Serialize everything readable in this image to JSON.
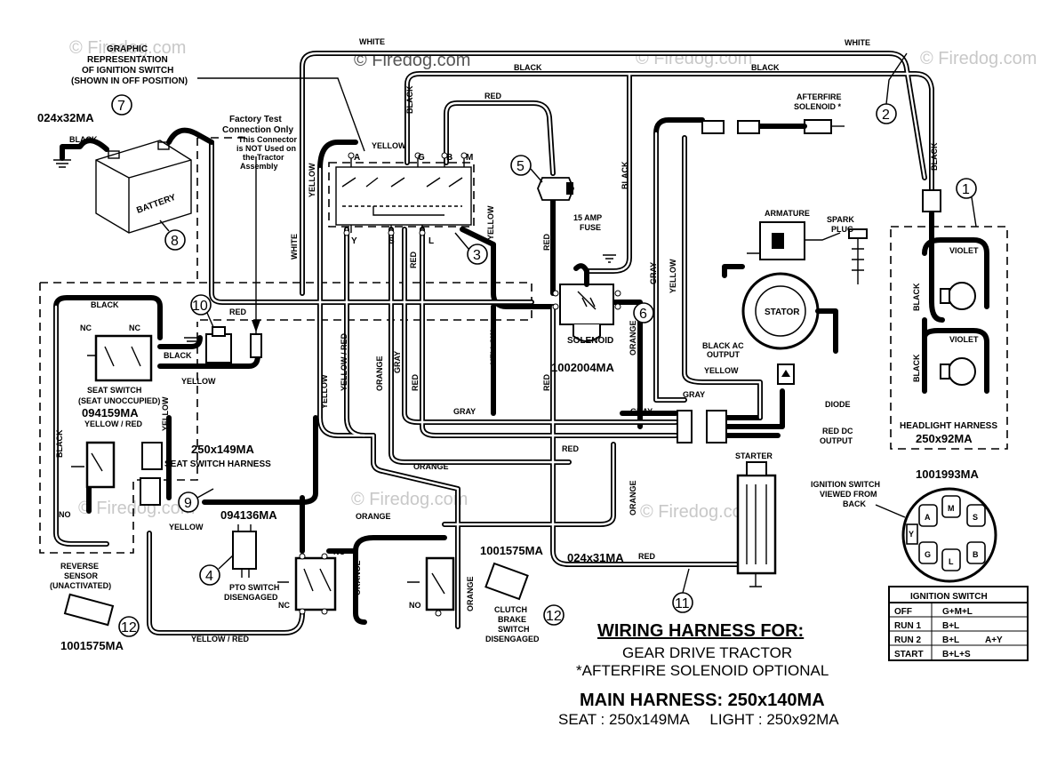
{
  "watermarks": {
    "main": "© Firedog.com",
    "faint": "© Firedog.com"
  },
  "callouts": {
    "ignition_graphic": [
      "GRAPHIC",
      "REPRESENTATION",
      "OF IGNITION SWITCH",
      "(SHOWN IN OFF POSITION)"
    ],
    "factory_test": [
      "Factory Test",
      "Connection Only"
    ],
    "factory_note": [
      "This Connector",
      "is NOT Used on",
      "the Tractor",
      "Assembly"
    ],
    "fuse": [
      "15 AMP",
      "FUSE"
    ],
    "afterfire": [
      "AFTERFIRE",
      "SOLENOID *"
    ],
    "armature": "ARMATURE",
    "spark": [
      "SPARK",
      "PLUG"
    ],
    "stator": "STATOR",
    "black_ac": [
      "BLACK AC",
      "OUTPUT"
    ],
    "diode": "DIODE",
    "red_dc": [
      "RED DC",
      "OUTPUT"
    ],
    "starter": "STARTER",
    "solenoid": "SOLENOID",
    "battery": "BATTERY",
    "ign_view": [
      "IGNITION SWITCH",
      "VIEWED FROM",
      "BACK"
    ]
  },
  "parts": {
    "battery": "024x32MA",
    "solenoid": "1002004MA",
    "seat_switch_part": "094159MA",
    "seat_harness_part": "250x149MA",
    "pto_part": "094136MA",
    "clutch_part": "1001575MA",
    "reverse_part": "1001575MA",
    "starter_cable": "024x31MA",
    "headlight_part": "250x92MA",
    "ignition_part": "1001993MA"
  },
  "components": {
    "seat_switch": [
      "SEAT SWITCH",
      "(SEAT UNOCCUPIED)"
    ],
    "seat_harness": "SEAT SWITCH HARNESS",
    "pto": [
      "PTO SWITCH",
      "DISENGAGED"
    ],
    "clutch": [
      "CLUTCH",
      "BRAKE",
      "SWITCH",
      "DISENGAGED"
    ],
    "reverse": [
      "REVERSE",
      "SENSOR",
      "(UNACTIVATED)"
    ],
    "headlight": "HEADLIGHT HARNESS"
  },
  "contacts": {
    "nc": "NC",
    "no": "NO"
  },
  "terminals": [
    "A",
    "G",
    "B",
    "M",
    "Y",
    "S",
    "L"
  ],
  "ign_terminals": [
    "A",
    "M",
    "S",
    "G",
    "L",
    "B",
    "Y"
  ],
  "wires": {
    "white": "WHITE",
    "black": "BLACK",
    "red": "RED",
    "yellow": "YELLOW",
    "gray": "GRAY",
    "orange": "ORANGE",
    "violet": "VIOLET",
    "yellow_red": "YELLOW / RED",
    "yellow_slash_red": "YELLOW / RED"
  },
  "numbers": [
    "1",
    "2",
    "3",
    "4",
    "5",
    "6",
    "7",
    "8",
    "9",
    "10",
    "11",
    "12"
  ],
  "title": {
    "heading": "WIRING HARNESS FOR:",
    "line1": "GEAR DRIVE TRACTOR",
    "line2": "*AFTERFIRE SOLENOID OPTIONAL",
    "main": "MAIN HARNESS: 250x140MA",
    "sub": "SEAT : 250x149MA     LIGHT : 250x92MA"
  },
  "ignition_table": {
    "header": "IGNITION SWITCH",
    "rows": [
      [
        "OFF",
        "G+M+L",
        ""
      ],
      [
        "RUN 1",
        "B+L",
        ""
      ],
      [
        "RUN 2",
        "B+L",
        "A+Y"
      ],
      [
        "START",
        "B+L+S",
        ""
      ]
    ]
  }
}
